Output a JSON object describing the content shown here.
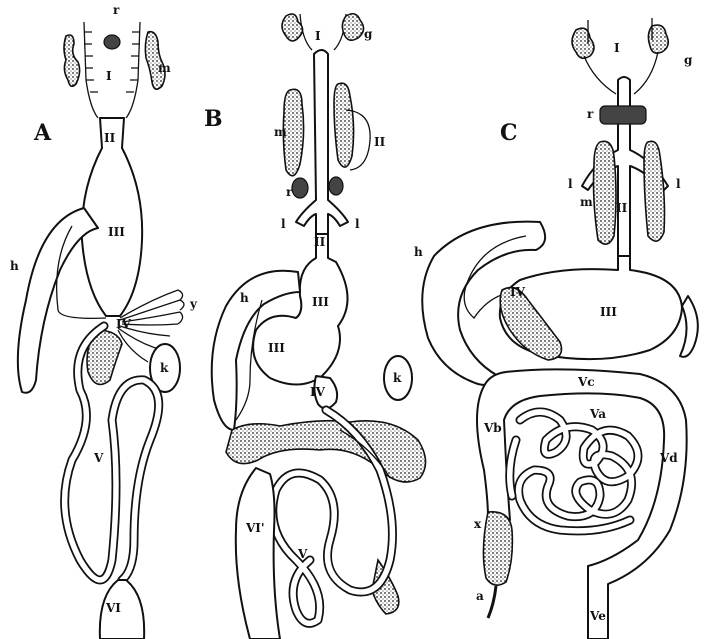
{
  "panels": {
    "A": {
      "letter": "A",
      "labels": {
        "r": "r",
        "I": "I",
        "m": "m",
        "II": "II",
        "III": "III",
        "h": "h",
        "IV": "IV",
        "y": "y",
        "k": "k",
        "V": "V",
        "VI": "VI"
      }
    },
    "B": {
      "letter": "B",
      "labels": {
        "I": "I",
        "g": "g",
        "m": "m",
        "II_right": "II",
        "r": "r",
        "l_left": "l",
        "l_right": "l",
        "II_lower": "II",
        "h": "h",
        "III_upper": "III",
        "III_lower": "III",
        "IV": "IV",
        "k": "k",
        "VI": "VI'",
        "V": "V"
      }
    },
    "C": {
      "letter": "C",
      "labels": {
        "I": "I",
        "g": "g",
        "r": "r",
        "l_left": "l",
        "l_right": "l",
        "m": "m",
        "II": "II",
        "h": "h",
        "IV": "IV",
        "III": "III",
        "Vc": "Vc",
        "Vb": "Vb",
        "Va": "Va",
        "Vd": "Vd",
        "x": "x",
        "a": "a",
        "Ve": "Ve"
      }
    }
  }
}
